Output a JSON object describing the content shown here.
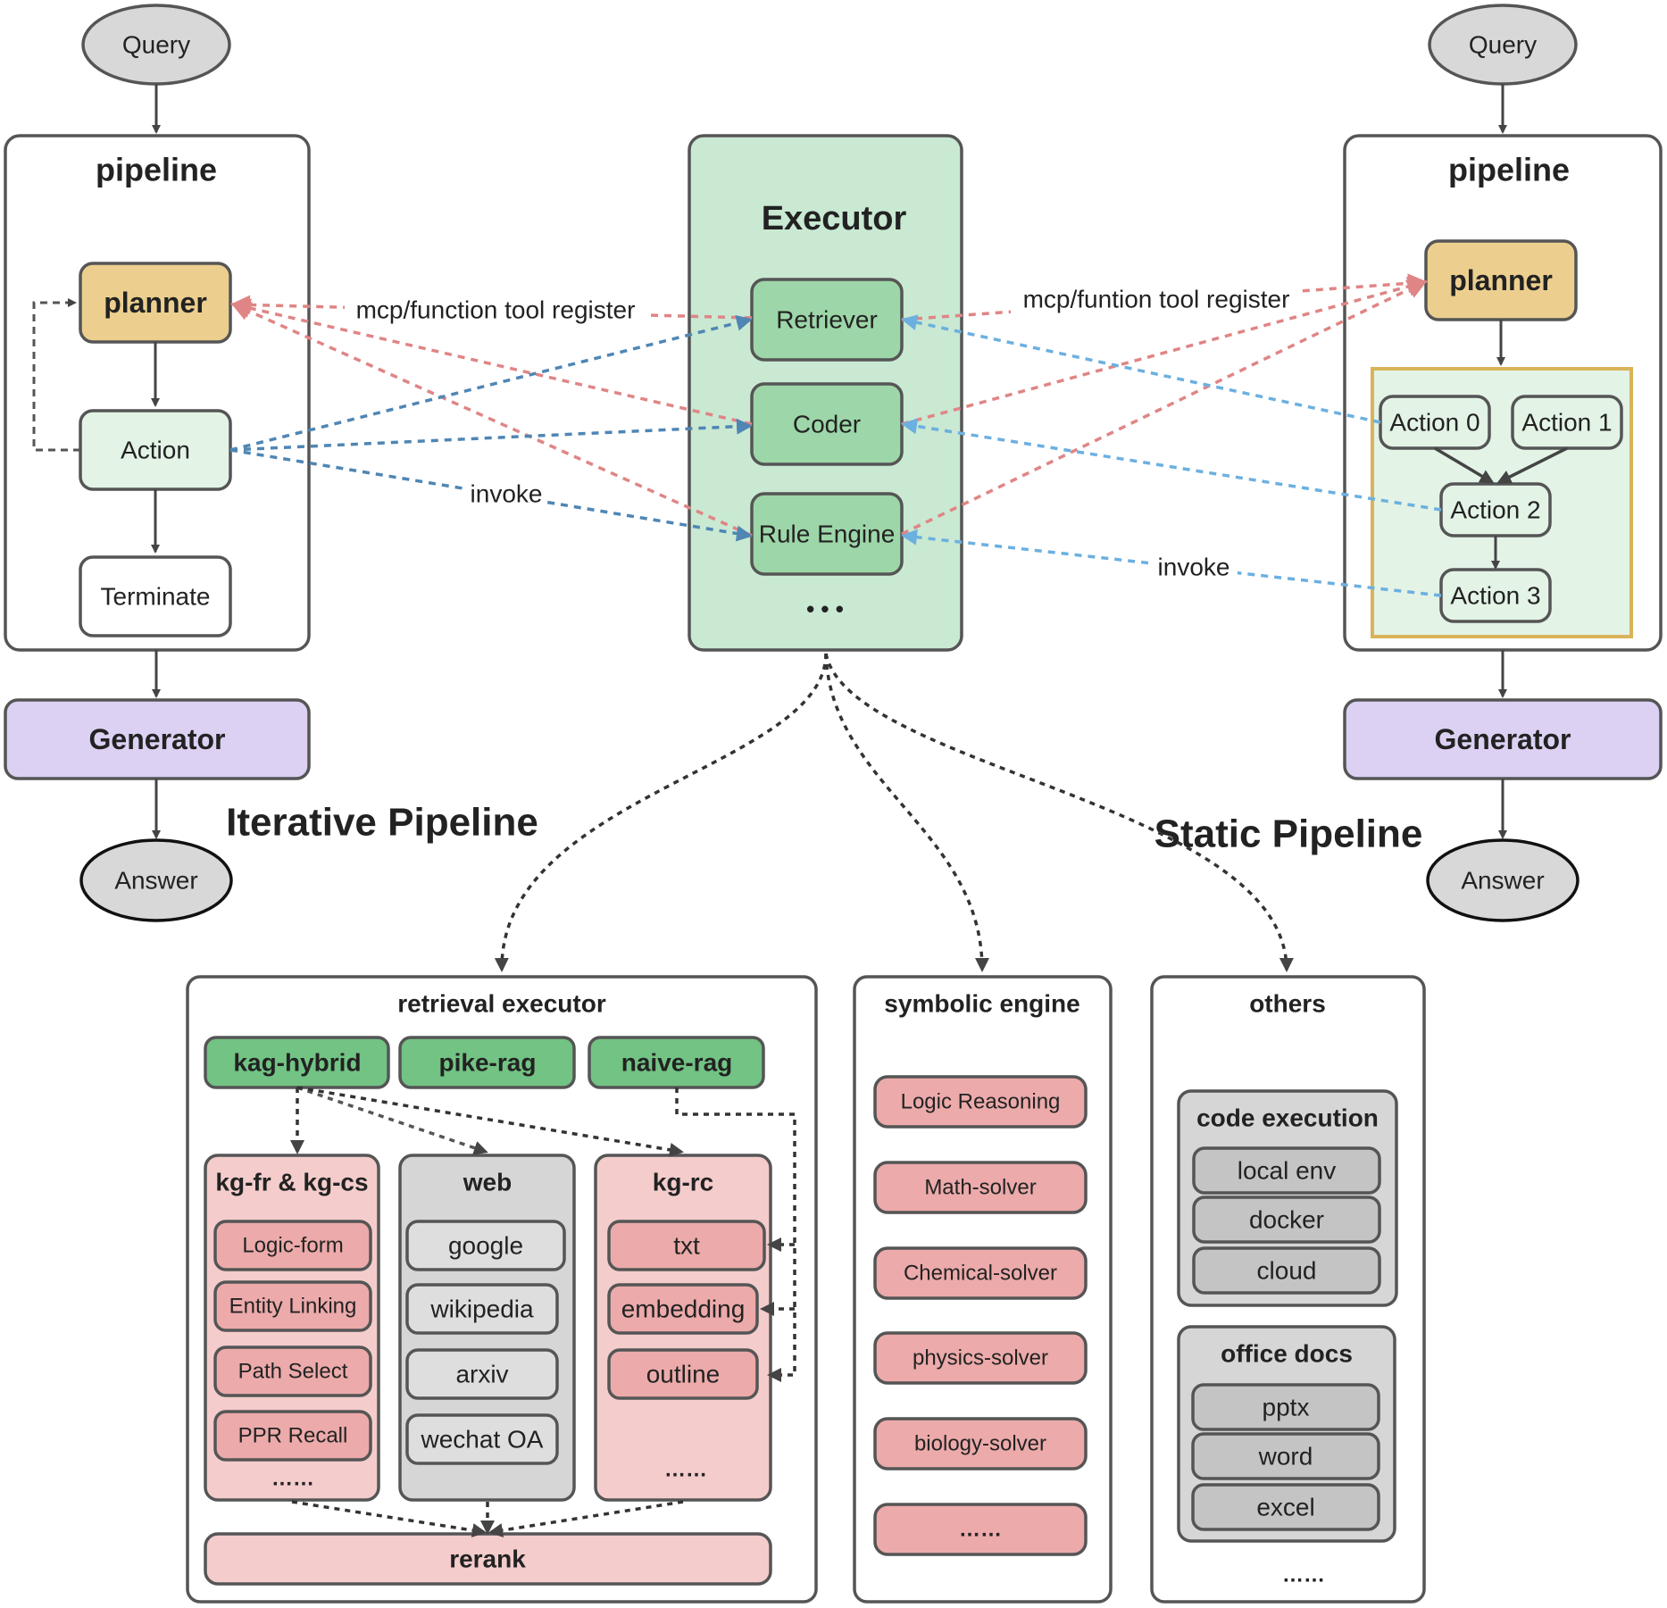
{
  "colors": {
    "query_fill": "#d8d8d8",
    "planner_fill": "#eccf8f",
    "action_fill": "#e3f3e6",
    "executor_fill": "#c9e9d2",
    "tool_fill": "#9dd6a8",
    "generator_fill": "#dcd0f3",
    "pink_fill": "#ecaaaa",
    "light_pink": "#f4cccc",
    "green_fill": "#72c384",
    "gray_fill": "#d6d6d6",
    "gray_item": "#c4c4c4",
    "gold_border": "#d9b35a",
    "red_arrow": "#e08585",
    "blue_arrow": "#4f86b4",
    "light_blue_arrow": "#6cb0e0"
  },
  "iterative": {
    "query": "Query",
    "pipeline_title": "pipeline",
    "planner": "planner",
    "action": "Action",
    "terminate": "Terminate",
    "generator": "Generator",
    "answer": "Answer",
    "title": "Iterative Pipeline",
    "register_label": "mcp/function tool register",
    "invoke_label": "invoke"
  },
  "executor": {
    "title": "Executor",
    "tools": [
      "Retriever",
      "Coder",
      "Rule Engine"
    ],
    "ellipsis": "• • •"
  },
  "static": {
    "query": "Query",
    "pipeline_title": "pipeline",
    "planner": "planner",
    "actions": [
      "Action 0",
      "Action 1",
      "Action 2",
      "Action 3"
    ],
    "generator": "Generator",
    "answer": "Answer",
    "title": "Static Pipeline",
    "register_label": "mcp/funtion tool register",
    "invoke_label": "invoke"
  },
  "retrieval": {
    "title": "retrieval executor",
    "methods": [
      "kag-hybrid",
      "pike-rag",
      "naive-rag"
    ],
    "groups": [
      {
        "title": "kg-fr & kg-cs",
        "items": [
          "Logic-form",
          "Entity Linking",
          "Path Select",
          "PPR Recall"
        ],
        "more": "……"
      },
      {
        "title": "web",
        "items": [
          "google",
          "wikipedia",
          "arxiv",
          "wechat OA"
        ]
      },
      {
        "title": "kg-rc",
        "items": [
          "txt",
          "embedding",
          "outline"
        ],
        "more": "……"
      }
    ],
    "rerank": "rerank"
  },
  "symbolic": {
    "title": "symbolic engine",
    "items": [
      "Logic Reasoning",
      "Math-solver",
      "Chemical-solver",
      "physics-solver",
      "biology-solver",
      "……"
    ]
  },
  "others": {
    "title": "others",
    "code_title": "code execution",
    "code_items": [
      "local env",
      "docker",
      "cloud"
    ],
    "office_title": "office docs",
    "office_items": [
      "pptx",
      "word",
      "excel"
    ],
    "more": "……"
  }
}
